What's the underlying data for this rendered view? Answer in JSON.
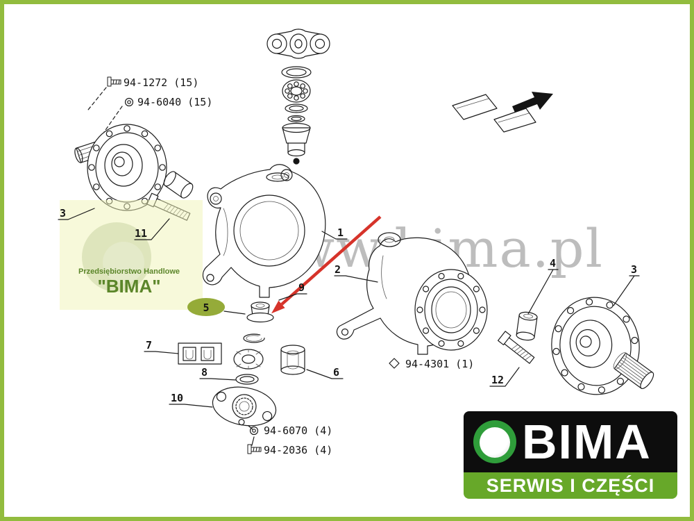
{
  "colors": {
    "page_border": "#92bc3e",
    "highlight_ellipse": "#8fa62e",
    "pointer_arrow": "#d6332a",
    "logo_black": "#0d0d0d",
    "logo_bar_green": "#67a829",
    "logo_circle_green": "#2f9d3a",
    "watermark_green": "#4f7d1c"
  },
  "labels": {
    "bolt_top": "94-1272 (15)",
    "washer_top": "94-6040 (15)",
    "diamond_right": "94-4301 (1)",
    "washer_bottom": "94-6070 (4)",
    "bolt_bottom": "94-2036 (4)"
  },
  "callouts": {
    "c1": "1",
    "c2": "2",
    "c3_left": "3",
    "c3_right": "3",
    "c4": "4",
    "c5": "5",
    "c6": "6",
    "c7": "7",
    "c8": "8",
    "c9": "9",
    "c10": "10",
    "c11": "11",
    "c12": "12"
  },
  "watermarks": {
    "site": "www.bima.pl",
    "company_line": "Przedsiębiorstwo Handlowe",
    "company_quoted": "\"BIMA\""
  },
  "logo": {
    "brand": "BIMA",
    "tagline": "SERWIS I CZĘŚCI"
  }
}
